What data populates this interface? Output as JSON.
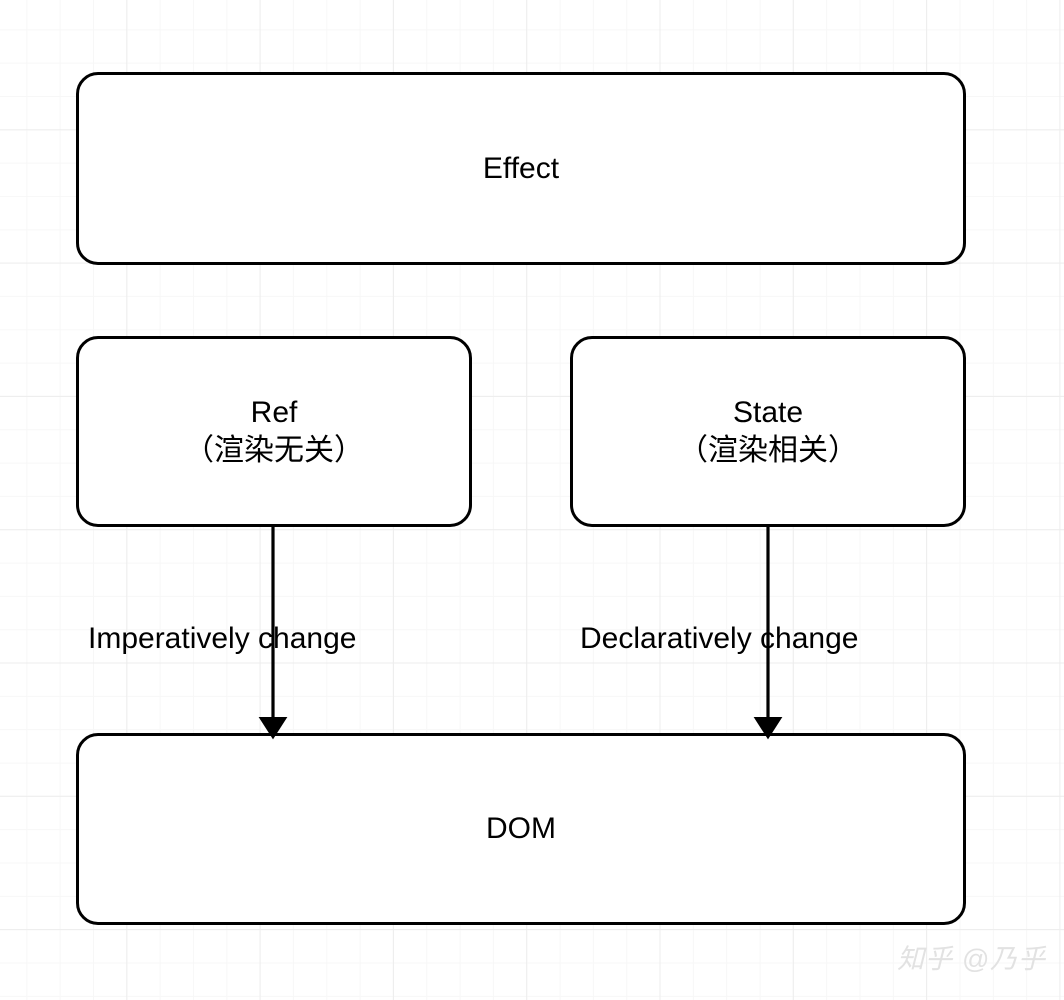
{
  "diagram": {
    "type": "flowchart",
    "nodes": [
      {
        "id": "effect",
        "title": "Effect",
        "subtitle": ""
      },
      {
        "id": "ref",
        "title": "Ref",
        "subtitle": "（渲染无关）"
      },
      {
        "id": "state",
        "title": "State",
        "subtitle": "（渲染相关）"
      },
      {
        "id": "dom",
        "title": "DOM",
        "subtitle": ""
      }
    ],
    "edges": [
      {
        "id": "ref-to-dom",
        "from": "ref",
        "to": "dom",
        "label": "Imperatively change"
      },
      {
        "id": "state-to-dom",
        "from": "state",
        "to": "dom",
        "label": "Declaratively change"
      }
    ],
    "colors": {
      "node_border": "#000000",
      "node_fill": "#ffffff",
      "edge": "#000000",
      "grid_minor": "#f7f7f7",
      "grid_major": "#ededed",
      "text": "#000000",
      "watermark": "#e2e2e2"
    }
  },
  "watermark": {
    "text": "知乎 @乃乎"
  }
}
